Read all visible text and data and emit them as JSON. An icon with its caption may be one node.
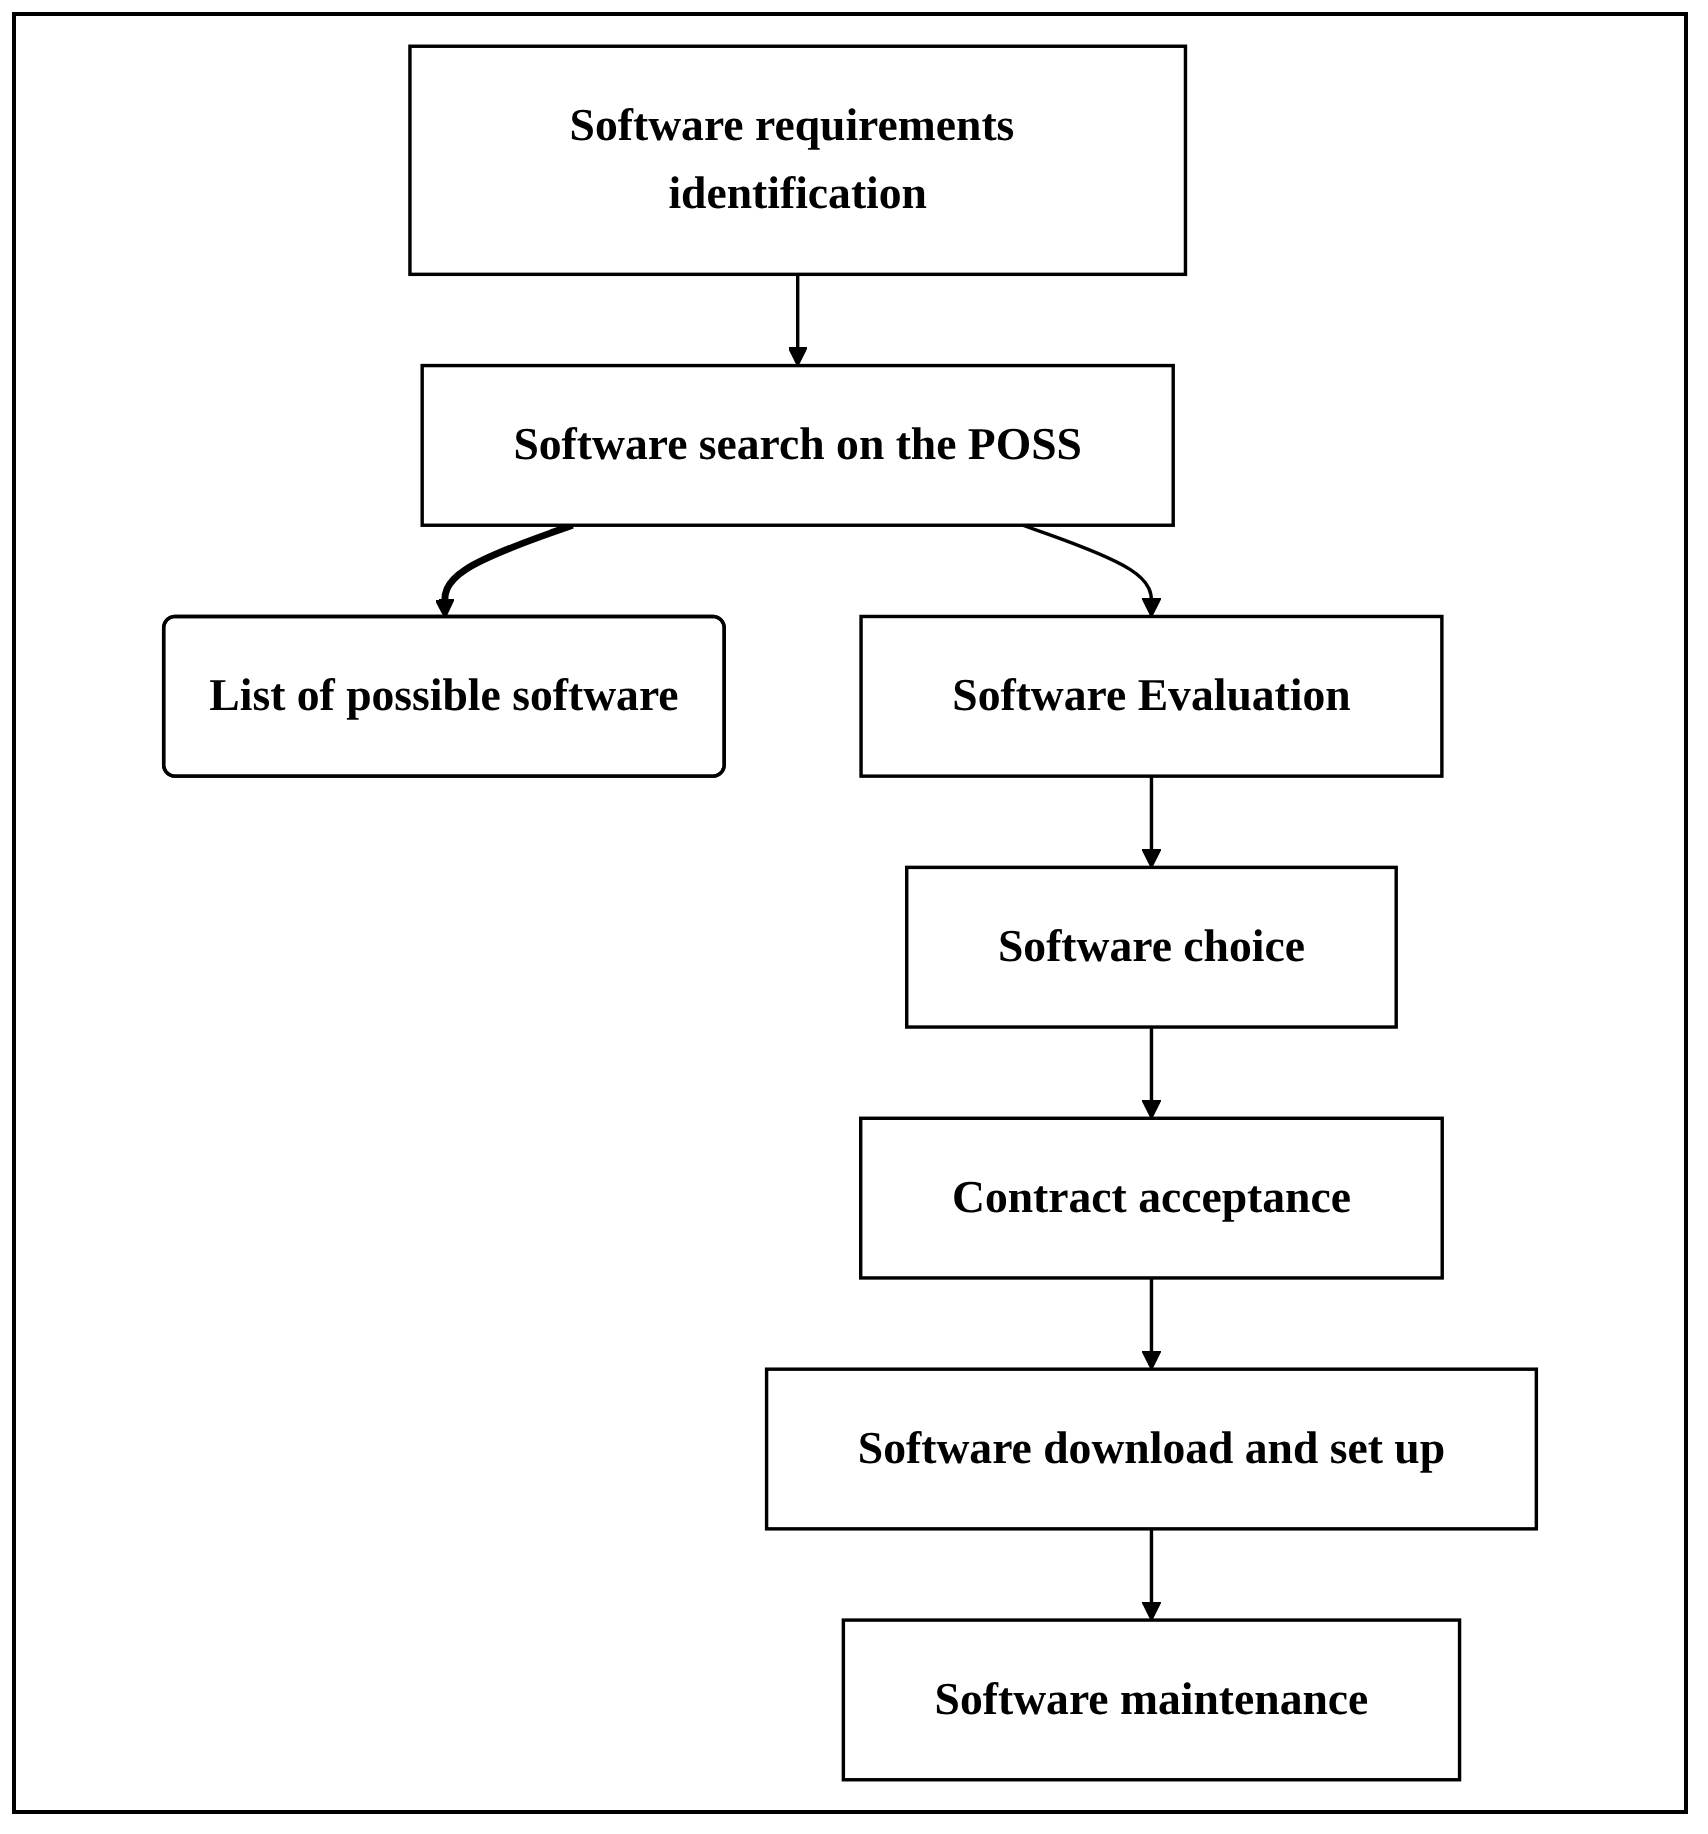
{
  "diagram": {
    "nodes": [
      {
        "text": [
          "Software requirements identification"
        ]
      },
      {
        "text": [
          "Software search on the POSS"
        ]
      },
      {
        "text": [
          "List of possible software"
        ]
      },
      {
        "text": [
          "Software Evaluation"
        ]
      },
      {
        "text": [
          "Software choice"
        ]
      },
      {
        "text": [
          "Contract acceptance"
        ]
      },
      {
        "text": [
          "Software download and set up"
        ]
      },
      {
        "text": [
          "Software maintenance"
        ]
      }
    ],
    "edges": [
      {
        "from": 0,
        "to": 1,
        "arrow": "to"
      },
      {
        "from": 1,
        "to": 2,
        "arrow": "to",
        "style": "thick"
      },
      {
        "from": 1,
        "to": 3,
        "arrow": "to"
      },
      {
        "from": 3,
        "to": 4,
        "arrow": "to"
      },
      {
        "from": 4,
        "to": 5,
        "arrow": "to"
      },
      {
        "from": 5,
        "to": 6,
        "arrow": "to"
      },
      {
        "from": 6,
        "to": 7,
        "arrow": "to"
      }
    ]
  }
}
